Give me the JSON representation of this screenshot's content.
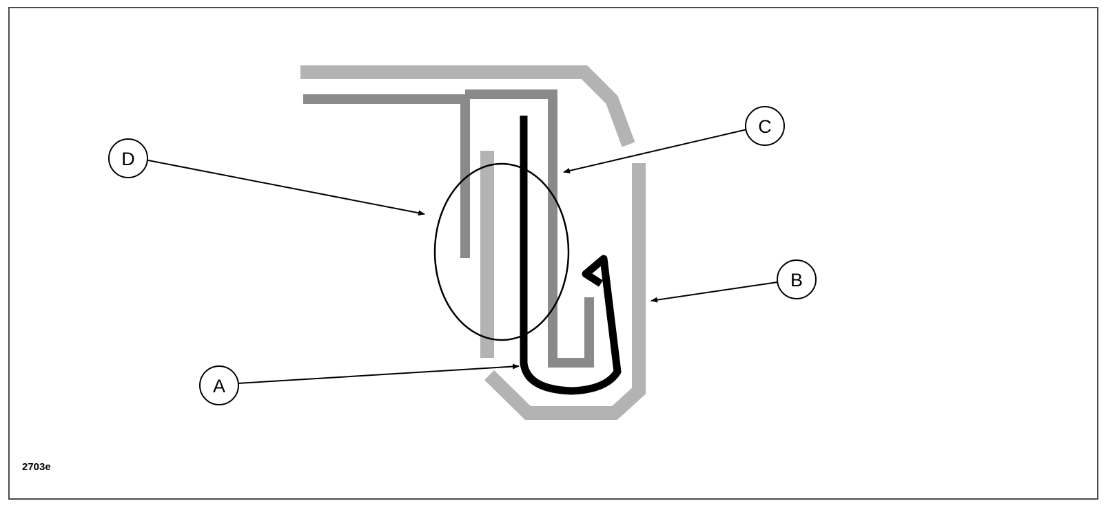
{
  "figure": {
    "reference_code": "2703e",
    "callouts": [
      {
        "id": "A",
        "label": "A"
      },
      {
        "id": "B",
        "label": "B"
      },
      {
        "id": "C",
        "label": "C"
      },
      {
        "id": "D",
        "label": "D"
      }
    ]
  },
  "colors": {
    "outer_profile": "#b3b3b3",
    "inner_profile": "#8a8a8a",
    "clip": "#000000",
    "frame": "#4a4a4a"
  }
}
